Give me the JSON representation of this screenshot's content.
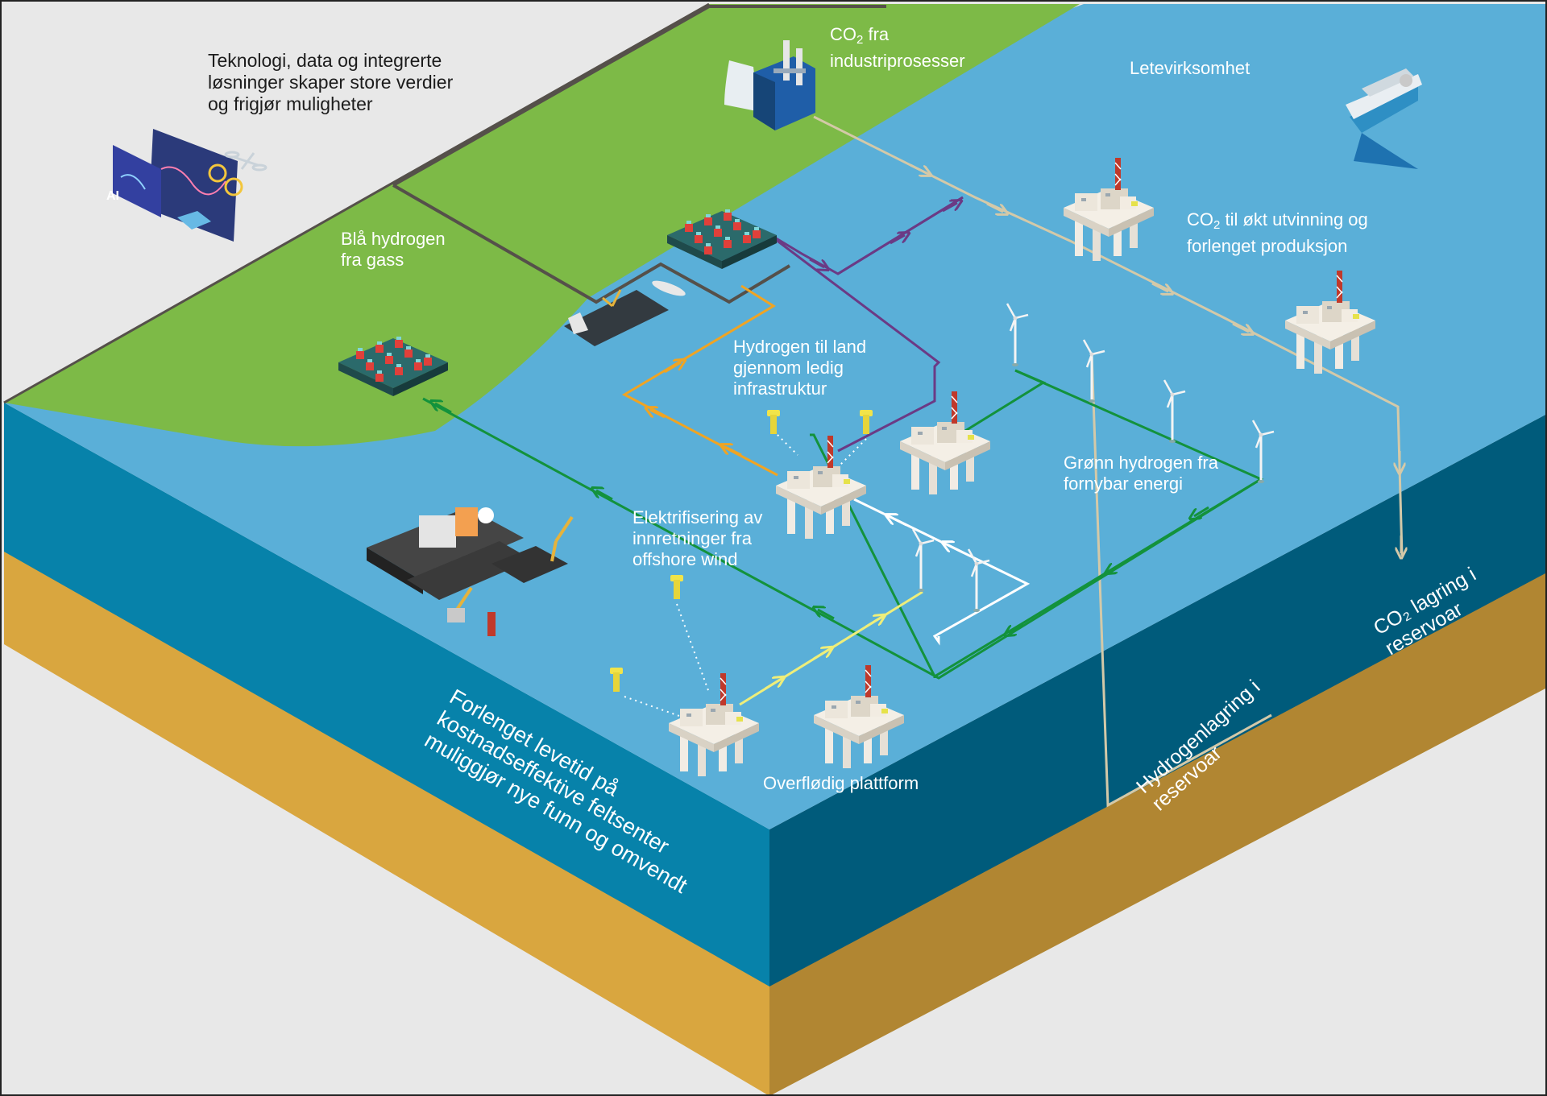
{
  "labels": {
    "tech": "Teknologi, data og integrerte\nløsninger skaper store verdier\nog frigjør muligheter",
    "co2_industry_pre": "CO",
    "co2_industry_sub": "2",
    "co2_industry_post": " fra\nindustriprosesser",
    "exploration": "Letevirksomhet",
    "co2_eor_pre": "CO",
    "co2_eor_sub": "2",
    "co2_eor_post": " til økt utvinning og\nforlenget produksjon",
    "blue_hydrogen": "Blå hydrogen\nfra gass",
    "hydrogen_to_land": "Hydrogen til land\ngjennom ledig\ninfrastruktur",
    "green_hydrogen": "Grønn hydrogen fra\nfornybar energi",
    "electrification": "Elektrifisering av\ninnretninger fra\noffshore wind",
    "surplus_platform": "Overflødig plattform",
    "co2_storage": "CO₂ lagring i\nreservoar",
    "hydrogen_storage": "Hydrogenlagring i\nreservoar",
    "lifetime": "Forlenget levetid på\nkostnadseffektive feltsenter\nmuliggjør nye funn og omvendt",
    "ai_badge": "AI"
  },
  "colors": {
    "background": "#e8e8e8",
    "sea_top": "#5aafd8",
    "sea_front": "#0782aa",
    "sea_side": "#005b7b",
    "ground_front": "#d9a63f",
    "ground_side": "#b18632",
    "land": "#7dba47",
    "flow_co2": "#d4c9a8",
    "flow_green": "#13923c",
    "flow_purple": "#6b3a85",
    "flow_orange": "#f0a423",
    "flow_yellow": "#eeee7a",
    "flow_white": "#ffffff"
  },
  "icons": [
    "platform-icon",
    "wind-turbine-icon",
    "power-plant-icon",
    "ship-icon",
    "electrolyser-icon",
    "harbour-icon",
    "shipyard-icon",
    "tech-screens-icon",
    "drone-icon",
    "well-marker-icon"
  ]
}
